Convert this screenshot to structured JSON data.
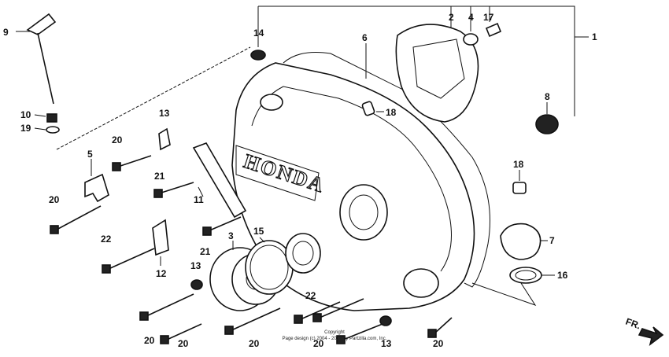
{
  "diagram": {
    "brand_text": "HONDA",
    "direction_label": "FR.",
    "copyright_line1": "Copyright",
    "copyright_line2": "Page design (c) 2004 - 2014 by Partzilla.com, Inc."
  },
  "callouts": [
    {
      "id": "c9",
      "label": "9"
    },
    {
      "id": "c14",
      "label": "14"
    },
    {
      "id": "c2",
      "label": "2"
    },
    {
      "id": "c4",
      "label": "4"
    },
    {
      "id": "c17",
      "label": "17"
    },
    {
      "id": "c1",
      "label": "1"
    },
    {
      "id": "c6",
      "label": "6"
    },
    {
      "id": "c8",
      "label": "8"
    },
    {
      "id": "c18a",
      "label": "18"
    },
    {
      "id": "c10",
      "label": "10"
    },
    {
      "id": "c19",
      "label": "19"
    },
    {
      "id": "c13a",
      "label": "13"
    },
    {
      "id": "c20a",
      "label": "20"
    },
    {
      "id": "c5",
      "label": "5"
    },
    {
      "id": "c21a",
      "label": "21"
    },
    {
      "id": "c11",
      "label": "11"
    },
    {
      "id": "c20b",
      "label": "20"
    },
    {
      "id": "c18b",
      "label": "18"
    },
    {
      "id": "c3",
      "label": "3"
    },
    {
      "id": "c15",
      "label": "15"
    },
    {
      "id": "c22a",
      "label": "22"
    },
    {
      "id": "c21b",
      "label": "21"
    },
    {
      "id": "c7",
      "label": "7"
    },
    {
      "id": "c12",
      "label": "12"
    },
    {
      "id": "c13b",
      "label": "13"
    },
    {
      "id": "c16",
      "label": "16"
    },
    {
      "id": "c22b",
      "label": "22"
    },
    {
      "id": "c20c",
      "label": "20"
    },
    {
      "id": "c20d",
      "label": "20"
    },
    {
      "id": "c20e",
      "label": "20"
    },
    {
      "id": "c20f",
      "label": "20"
    },
    {
      "id": "c13c",
      "label": "13"
    },
    {
      "id": "c20g",
      "label": "20"
    }
  ]
}
